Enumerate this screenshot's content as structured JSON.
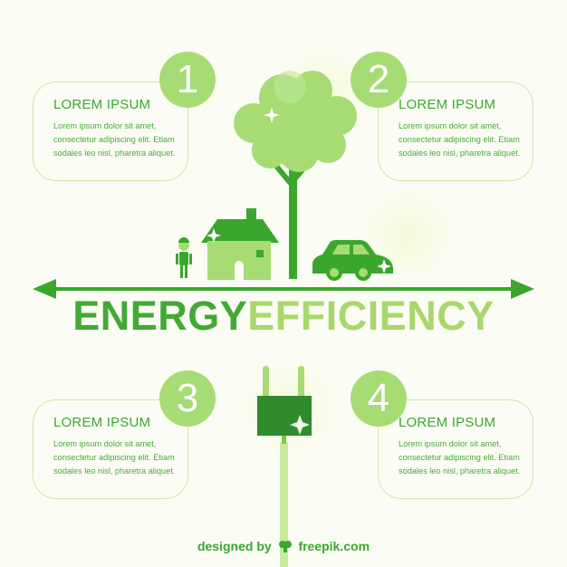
{
  "headline": {
    "word1": "ENERGY",
    "word2": "EFFICIENCY"
  },
  "cards": [
    {
      "number": "1",
      "title": "LOREM IPSUM",
      "body": [
        "Lorem ipsum dolor sit amet,",
        "consectetur adipiscing elit. Etiam",
        "sodales leo nisl, pharetra aliquet."
      ]
    },
    {
      "number": "2",
      "title": "LOREM IPSUM",
      "body": [
        "Lorem ipsum dolor sit amet,",
        "consectetur adipiscing elit. Etiam",
        "sodales leo nisl, pharetra aliquet."
      ]
    },
    {
      "number": "3",
      "title": "LOREM IPSUM",
      "body": [
        "Lorem ipsum dolor sit amet,",
        "consectetur adipiscing elit. Etiam",
        "sodales leo nisl, pharetra aliquet."
      ]
    },
    {
      "number": "4",
      "title": "LOREM IPSUM",
      "body": [
        "Lorem ipsum dolor sit amet,",
        "consectetur adipiscing elit. Etiam",
        "sodales leo nisl, pharetra aliquet."
      ]
    }
  ],
  "footer": {
    "prefix": "designed by",
    "brand": "freepik.com"
  },
  "icons": [
    "tree-icon",
    "house-icon",
    "person-icon",
    "car-icon",
    "plug-icon",
    "double-arrow-icon",
    "freepik-logo-icon"
  ],
  "colors": {
    "dark_green": "#3aa72c",
    "light_green": "#a6dc73",
    "card_border": "#cfe6a6",
    "background": "#fbfdf4"
  }
}
